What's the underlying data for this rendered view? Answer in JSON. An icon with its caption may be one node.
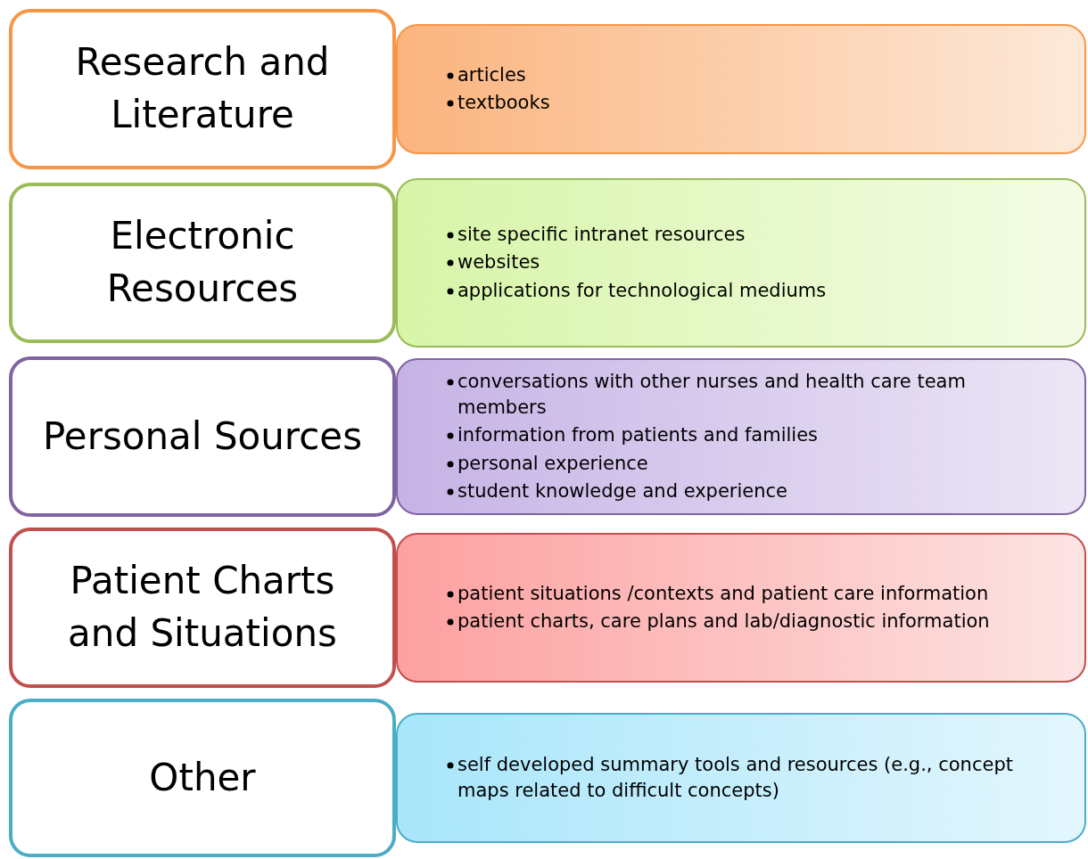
{
  "diagram": {
    "nodes": [
      {
        "text": [
          "Research and Literature"
        ]
      },
      {
        "text": [
          "articles",
          "textbooks"
        ]
      },
      {
        "text": [
          "Electronic Resources"
        ]
      },
      {
        "text": [
          "site specific intranet resources",
          "websites",
          "applications for technological mediums"
        ]
      },
      {
        "text": [
          "Personal Sources"
        ]
      },
      {
        "text": [
          "conversations with other nurses and health care team members",
          "information from patients and families",
          "personal experience",
          "student knowledge and experience"
        ]
      },
      {
        "text": [
          "Patient Charts and Situations"
        ]
      },
      {
        "text": [
          "patient situations /contexts and patient care information",
          "patient charts, care plans and lab/diagnostic information"
        ]
      },
      {
        "text": [
          "Other"
        ]
      },
      {
        "text": [
          "self developed  summary tools and resources (e.g., concept maps related to difficult concepts)"
        ]
      }
    ]
  }
}
